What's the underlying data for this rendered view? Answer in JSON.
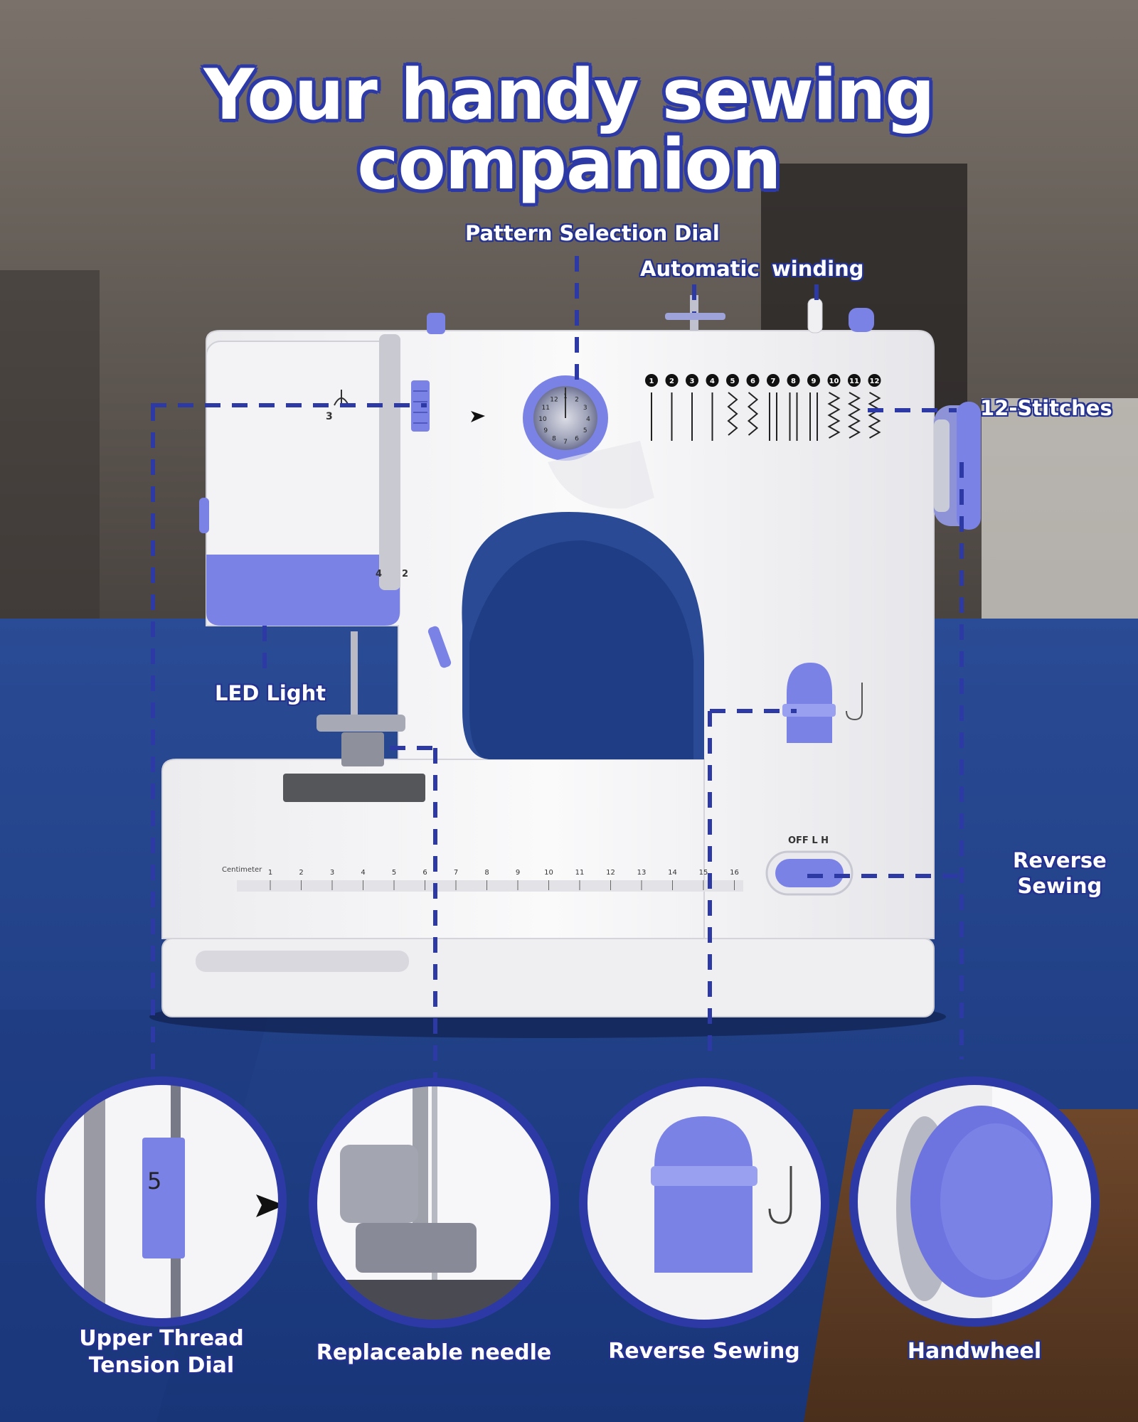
{
  "headline": "Your handy sewing companion",
  "callouts": {
    "pattern_dial": "Pattern Selection Dial",
    "automatic": "Automatic",
    "winding": "winding",
    "stitches": "12-Stitches",
    "led": "LED Light",
    "reverse_line1": "Reverse",
    "reverse_line2": "Sewing"
  },
  "machine": {
    "stitch_numbers": [
      "1",
      "2",
      "3",
      "4",
      "5",
      "6",
      "7",
      "8",
      "9",
      "10",
      "11",
      "12"
    ],
    "dial_numbers": [
      "1",
      "2",
      "3",
      "4",
      "5",
      "6",
      "7",
      "8",
      "9",
      "10",
      "11",
      "12"
    ],
    "ruler_label": "Centimeter",
    "ruler_numbers": [
      "1",
      "2",
      "3",
      "4",
      "5",
      "6",
      "7",
      "8",
      "9",
      "10",
      "11",
      "12",
      "13",
      "14",
      "15",
      "16"
    ],
    "switch_label": "OFF  L  H",
    "tension_mark_a": "3",
    "tension_mark_b": "4",
    "tension_mark_c": "2"
  },
  "details": {
    "tension_value": "5",
    "tension_caption_1": "Upper Thread",
    "tension_caption_2": "Tension Dial",
    "needle_caption": "Replaceable needle",
    "reverse_caption": "Reverse Sewing",
    "handwheel_caption": "Handwheel"
  },
  "colors": {
    "accent": "#2d3aa6",
    "machine_purple": "#7b82e6",
    "machine_white": "#f4f4f6",
    "tablecloth": "#1f3f8c",
    "table_wood": "#6b4428"
  }
}
